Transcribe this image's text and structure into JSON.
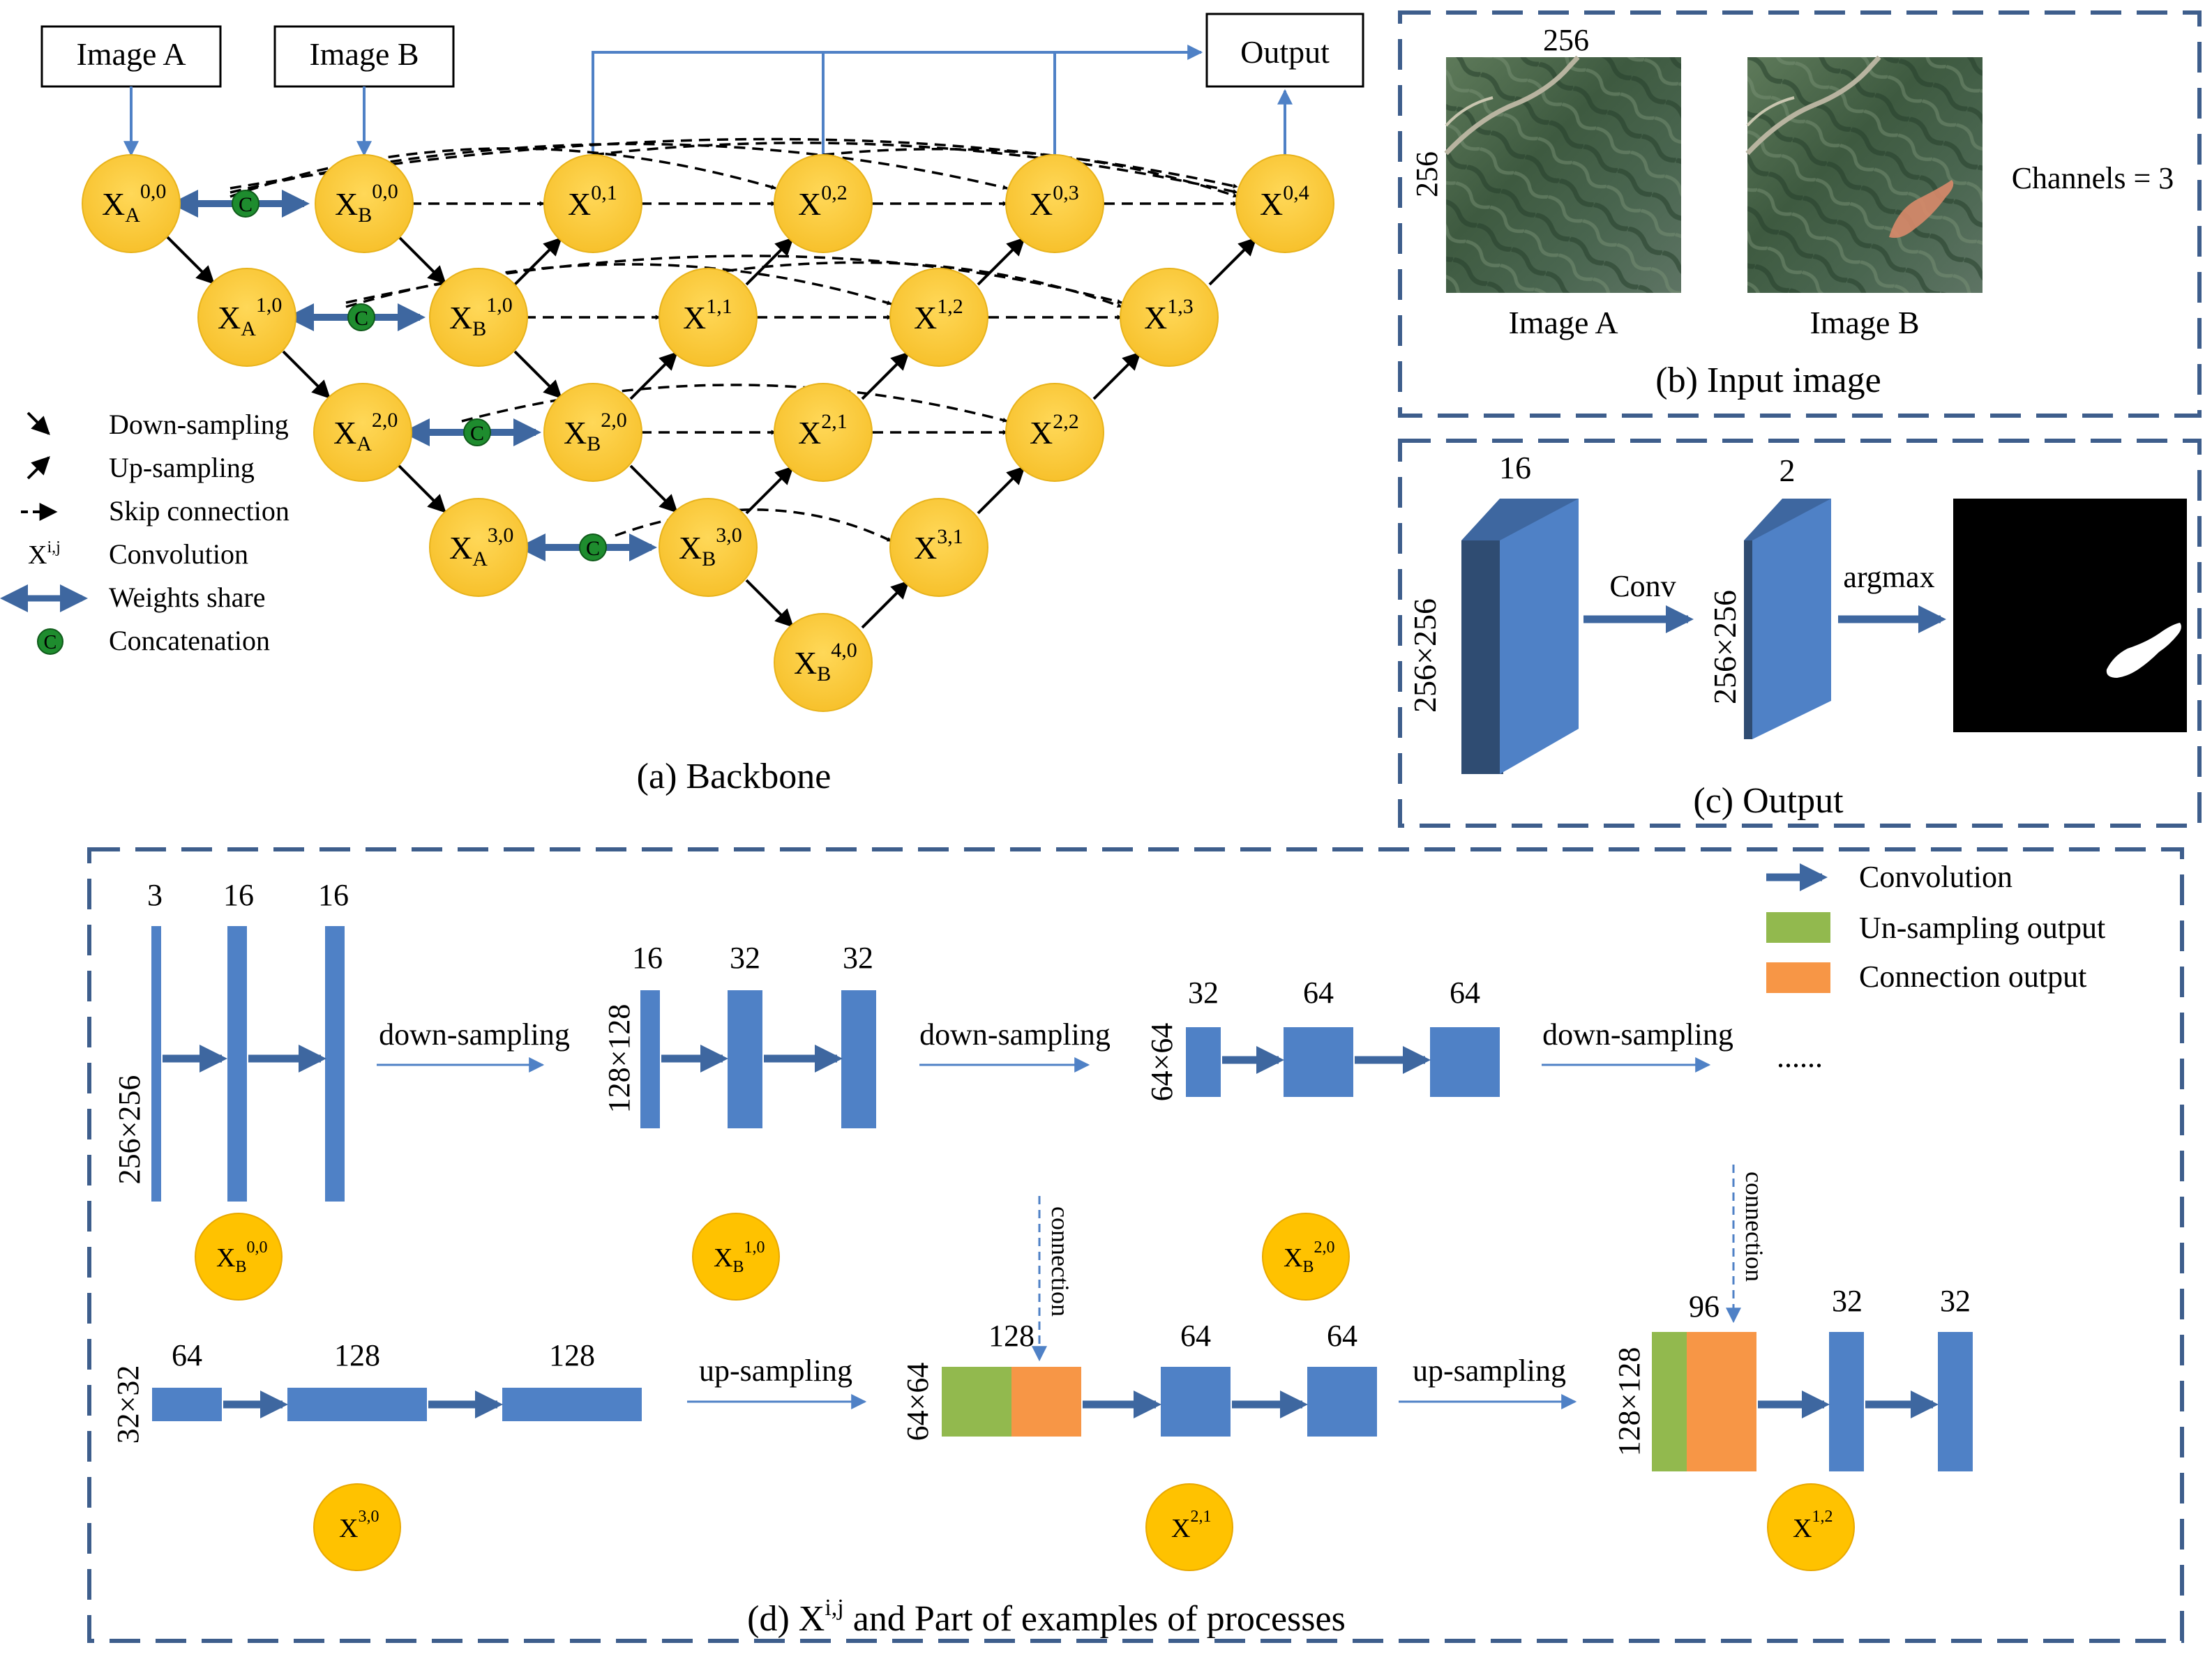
{
  "colors": {
    "node": "#FFD048",
    "node_dark": "#F5BB00",
    "node_stroke": "#E8B31C",
    "block": "#4F81C6",
    "block_dark": "#2F4C72",
    "block_mid": "#3E67A0",
    "panel_border": "#3E5E8C",
    "thin_arrow": "#4F81C6",
    "concat": "#1E8C2E",
    "green": "#92B94E",
    "orange": "#F79646"
  },
  "backbone": {
    "caption": "(a) Backbone",
    "image_a": "Image A",
    "image_b": "Image B",
    "output": "Output",
    "concat_symbol": "C",
    "nodes": {
      "xa00": {
        "base": "X",
        "sub": "A",
        "sup": "0,0"
      },
      "xb00": {
        "base": "X",
        "sub": "B",
        "sup": "0,0"
      },
      "x01": {
        "base": "X",
        "sub": "",
        "sup": "0,1"
      },
      "x02": {
        "base": "X",
        "sub": "",
        "sup": "0,2"
      },
      "x03": {
        "base": "X",
        "sub": "",
        "sup": "0,3"
      },
      "x04": {
        "base": "X",
        "sub": "",
        "sup": "0,4"
      },
      "xa10": {
        "base": "X",
        "sub": "A",
        "sup": "1,0"
      },
      "xb10": {
        "base": "X",
        "sub": "B",
        "sup": "1,0"
      },
      "x11": {
        "base": "X",
        "sub": "",
        "sup": "1,1"
      },
      "x12": {
        "base": "X",
        "sub": "",
        "sup": "1,2"
      },
      "x13": {
        "base": "X",
        "sub": "",
        "sup": "1,3"
      },
      "xa20": {
        "base": "X",
        "sub": "A",
        "sup": "2,0"
      },
      "xb20": {
        "base": "X",
        "sub": "B",
        "sup": "2,0"
      },
      "x21": {
        "base": "X",
        "sub": "",
        "sup": "2,1"
      },
      "x22": {
        "base": "X",
        "sub": "",
        "sup": "2,2"
      },
      "xa30": {
        "base": "X",
        "sub": "A",
        "sup": "3,0"
      },
      "xb30": {
        "base": "X",
        "sub": "B",
        "sup": "3,0"
      },
      "x31": {
        "base": "X",
        "sub": "",
        "sup": "3,1"
      },
      "xb40": {
        "base": "X",
        "sub": "B",
        "sup": "4,0"
      }
    },
    "legend": {
      "down": "Down-sampling",
      "up": "Up-sampling",
      "skip": "Skip connection",
      "conv_symbol": "X",
      "conv_sup": "i,j",
      "conv": "Convolution",
      "share": "Weights share",
      "concat": "Concatenation"
    }
  },
  "input_panel": {
    "caption": "(b) Input image",
    "width_label": "256",
    "height_label": "256",
    "image_a": "Image A",
    "image_b": "Image B",
    "channels": "Channels = 3"
  },
  "output_panel": {
    "caption": "(c) Output",
    "ch16": "16",
    "ch2": "2",
    "size1": "256×256",
    "size2": "256×256",
    "conv": "Conv",
    "argmax": "argmax"
  },
  "process_panel": {
    "caption_pre": "(d) X",
    "caption_sup": "i,j",
    "caption_post": " and Part of examples of processes",
    "legend_conv": "Convolution",
    "legend_up": "Un-sampling output",
    "legend_conn": "Connection output",
    "row1": {
      "size": "256×256",
      "channels": [
        "3",
        "16",
        "16"
      ],
      "node": {
        "sub": "B",
        "sup": "0,0"
      }
    },
    "row2": {
      "size": "128×128",
      "channels": [
        "16",
        "32",
        "32"
      ],
      "node": {
        "sub": "B",
        "sup": "1,0"
      }
    },
    "row3": {
      "size": "64×64",
      "channels": [
        "32",
        "64",
        "64"
      ],
      "node": {
        "sub": "B",
        "sup": "2,0"
      }
    },
    "down": "down-sampling",
    "ellipsis": "......",
    "bottom1": {
      "size": "32×32",
      "channels": [
        "64",
        "128",
        "128"
      ],
      "node": {
        "sup": "3,0"
      }
    },
    "bottom2": {
      "size": "64×64",
      "channels": [
        "128",
        "64",
        "64"
      ],
      "node": {
        "sup": "2,1"
      }
    },
    "bottom3": {
      "size": "128×128",
      "channels": [
        "96",
        "32",
        "32"
      ],
      "node": {
        "sup": "1,2"
      }
    },
    "up": "up-sampling",
    "connection": "connection"
  }
}
